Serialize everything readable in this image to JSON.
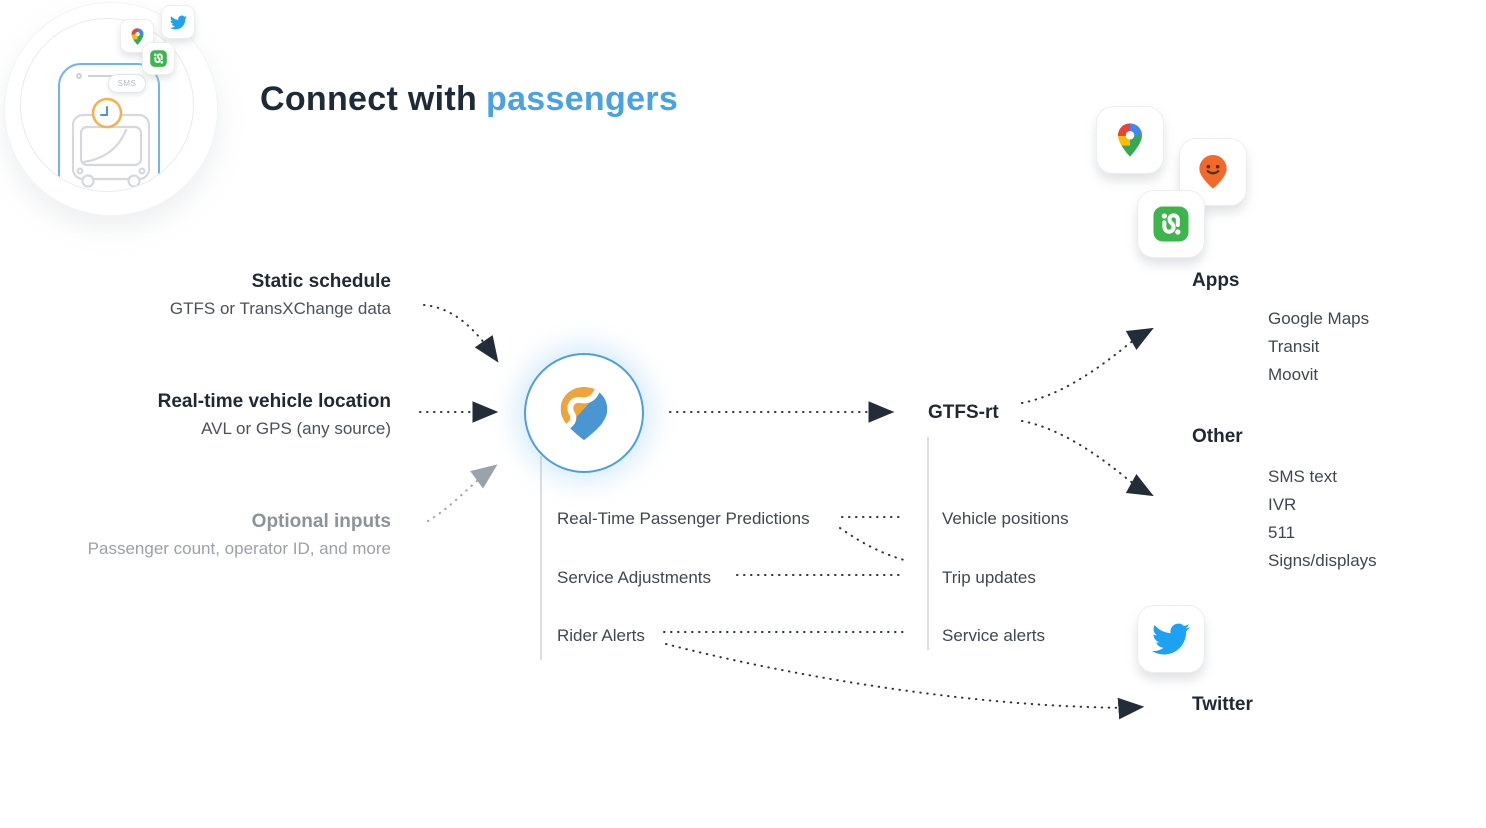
{
  "title": {
    "text_dark": "Connect with",
    "text_accent": "passengers"
  },
  "colors": {
    "accent_blue": "#4AA2E0",
    "dark_navy": "#1E2933",
    "muted_gray": "#9BA1A8",
    "connector": "#28323E",
    "twitter_blue": "#1DA1F2",
    "transit_green": "#3DB54C",
    "moovit_orange": "#F2692A",
    "swiftly_orange": "#F0A339",
    "swiftly_blue": "#4A96D2",
    "google_red": "#EA4335",
    "google_blue": "#4285F4",
    "google_yellow": "#FBBC04",
    "google_green": "#34A853"
  },
  "inputs": {
    "static": {
      "label": "Static schedule",
      "sublabel": "GTFS or TransXChange data"
    },
    "realtime": {
      "label": "Real-time vehicle location",
      "sublabel": "AVL or GPS (any source)"
    },
    "optional": {
      "label": "Optional inputs",
      "sublabel": "Passenger count, operator ID, and more"
    }
  },
  "hub": {
    "label": "GTFS-rt"
  },
  "outputs_left": {
    "items": [
      "Real-Time Passenger Predictions",
      "Service Adjustments",
      "Rider Alerts"
    ]
  },
  "outputs_right": {
    "items": [
      "Vehicle positions",
      "Trip updates",
      "Service alerts"
    ]
  },
  "apps": {
    "heading": "Apps",
    "items": [
      "Google Maps",
      "Transit",
      "Moovit"
    ]
  },
  "other": {
    "heading": "Other",
    "items": [
      "SMS text",
      "IVR",
      "511",
      "Signs/displays"
    ]
  },
  "twitter": {
    "label": "Twitter"
  },
  "illustration": {
    "sms_label": "SMS"
  }
}
